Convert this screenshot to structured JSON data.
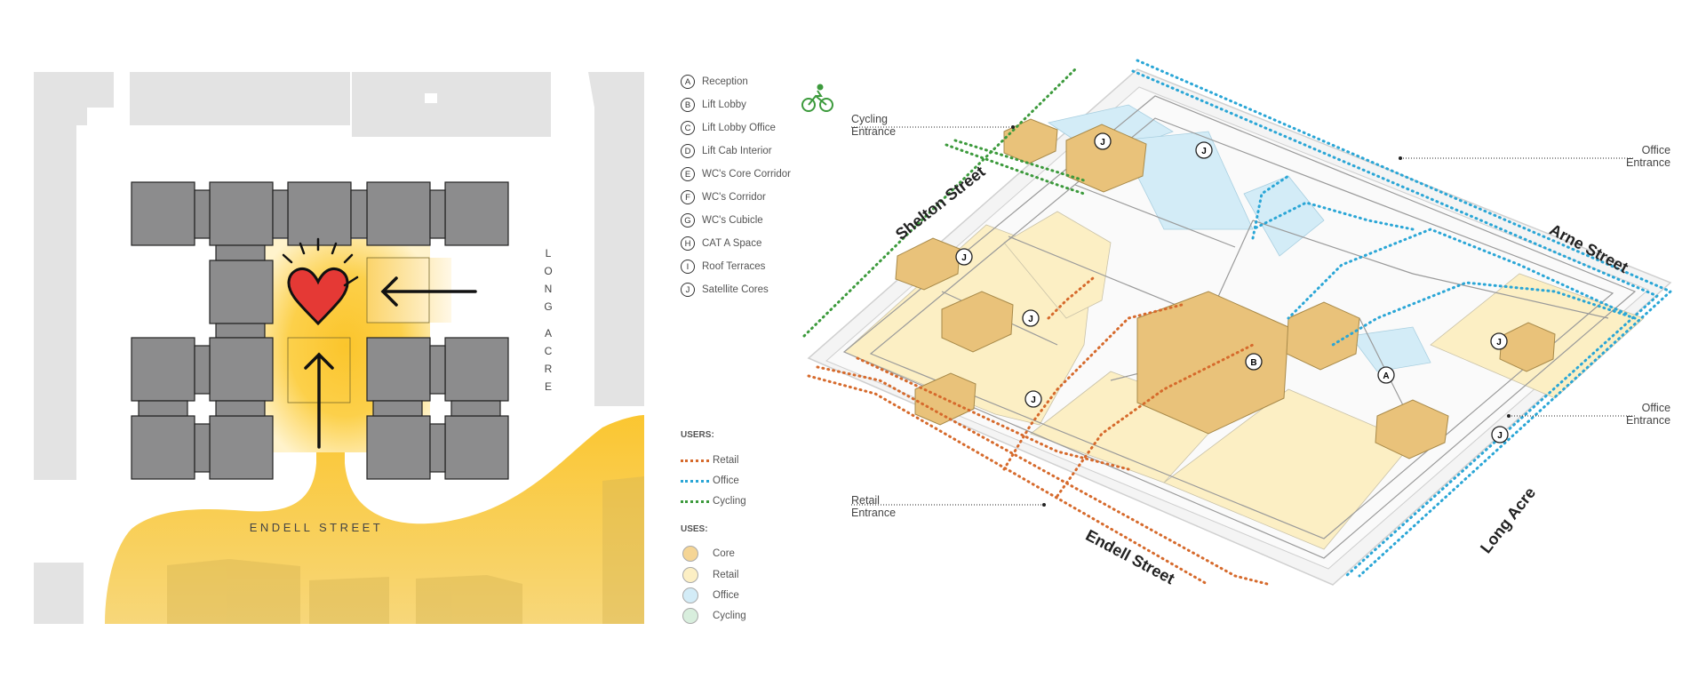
{
  "site_plan": {
    "street_bottom": "ENDELL STREET",
    "street_right": [
      "L",
      "O",
      "N",
      "G",
      "A",
      "C",
      "R",
      "E"
    ],
    "colors": {
      "building": "#8c8c8d",
      "context": "#e3e3e3",
      "core": "#fbc52c",
      "heart": "#e53935"
    }
  },
  "key": [
    {
      "letter": "A",
      "label": "Reception"
    },
    {
      "letter": "B",
      "label": "Lift Lobby"
    },
    {
      "letter": "C",
      "label": "Lift Lobby Office"
    },
    {
      "letter": "D",
      "label": "Lift Cab Interior"
    },
    {
      "letter": "E",
      "label": "WC's Core Corridor"
    },
    {
      "letter": "F",
      "label": "WC's Corridor"
    },
    {
      "letter": "G",
      "label": "WC's Cubicle"
    },
    {
      "letter": "H",
      "label": "CAT A Space"
    },
    {
      "letter": "I",
      "label": "Roof Terraces"
    },
    {
      "letter": "J",
      "label": "Satellite Cores"
    }
  ],
  "users": {
    "heading": "USERS:",
    "items": [
      {
        "label": "Retail",
        "color": "#d66a2c"
      },
      {
        "label": "Office",
        "color": "#2aa6d6"
      },
      {
        "label": "Cycling",
        "color": "#3c9a3c"
      }
    ]
  },
  "uses": {
    "heading": "USES:",
    "items": [
      {
        "label": "Core",
        "color": "#f5d595"
      },
      {
        "label": "Retail",
        "color": "#fcefc4"
      },
      {
        "label": "Office",
        "color": "#d3ecf7"
      },
      {
        "label": "Cycling",
        "color": "#d8eedd"
      }
    ]
  },
  "axo": {
    "cycling_entrance": [
      "Cycling",
      "Entrance"
    ],
    "office_entrance_top": [
      "Office",
      "Entrance"
    ],
    "office_entrance_right": [
      "Office",
      "Entrance"
    ],
    "retail_entrance": [
      "Retail",
      "Entrance"
    ],
    "streets": {
      "shelton": "Shelton Street",
      "arne": "Arne Street",
      "endell": "Endell Street",
      "long_acre": "Long Acre"
    },
    "markers": [
      "J",
      "J",
      "J",
      "J",
      "J",
      "J",
      "J",
      "B",
      "A"
    ]
  }
}
